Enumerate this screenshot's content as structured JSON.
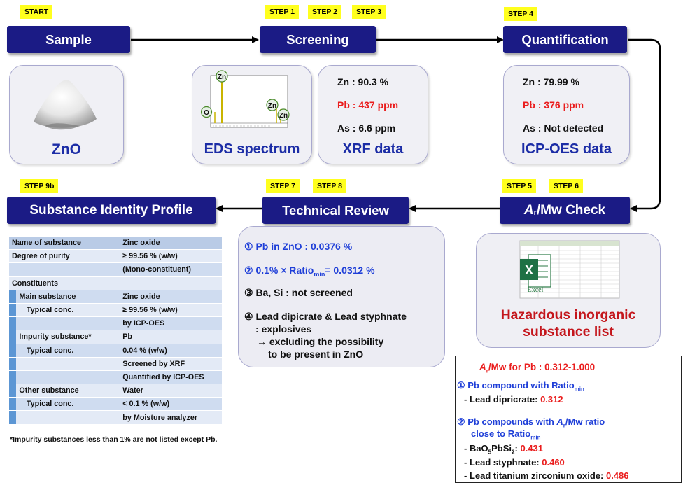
{
  "tags": {
    "start": "START",
    "step1": "STEP 1",
    "step2": "STEP 2",
    "step3": "STEP 3",
    "step4": "STEP 4",
    "step5": "STEP 5",
    "step6": "STEP 6",
    "step7": "STEP 7",
    "step8": "STEP 8",
    "step9b": "STEP 9b"
  },
  "headers": {
    "sample": "Sample",
    "screening": "Screening",
    "quantification": "Quantification",
    "identity_profile": "Substance Identity Profile",
    "technical_review": "Technical Review",
    "ar_check_italic": "A",
    "ar_check_sub": "r",
    "ar_check_rest": "/Mw Check"
  },
  "cards": {
    "zno_caption": "ZnO",
    "eds_caption": "EDS spectrum",
    "eds_peaks": [
      "Zn",
      "O",
      "Zn",
      "Zn"
    ],
    "xrf_caption": "XRF data",
    "xrf_lines": [
      "Zn : 90.3 %",
      "Pb : 437 ppm",
      "As :  6.6 ppm"
    ],
    "icp_caption": "ICP-OES data",
    "icp_lines": [
      "Zn : 79.99 %",
      "Pb : 376 ppm",
      "As : Not detected"
    ],
    "excel_label": "Excel",
    "excel_caption_1": "Hazardous inorganic",
    "excel_caption_2": "substance list"
  },
  "review": {
    "item1": "① Pb in ZnO : 0.0376 %",
    "item2_a": "② 0.1% × Ratio",
    "item2_sub": "min",
    "item2_b": "= 0.0312 %",
    "item3": "③ Ba, Si : not screened",
    "item4_a": "④ Lead dipicrate & Lead styphnate",
    "item4_b": ": explosives",
    "item4_c": "→ excluding the possibility",
    "item4_d": "to be present in ZnO"
  },
  "identity_table": [
    {
      "label": "Name of substance",
      "value": "Zinc oxide",
      "level": 0
    },
    {
      "label": "Degree of purity",
      "value": "≥ 99.56 % (w/w)",
      "level": 0
    },
    {
      "label": "",
      "value": "(Mono-constituent)",
      "level": 0
    },
    {
      "label": "Constituents",
      "value": "",
      "level": 0
    },
    {
      "label": "Main substance",
      "value": "Zinc oxide",
      "level": 1
    },
    {
      "label": "Typical conc.",
      "value": "≥ 99.56 % (w/w)",
      "level": 2
    },
    {
      "label": "",
      "value": "by ICP-OES",
      "level": 2
    },
    {
      "label": "Impurity substance*",
      "value": "Pb",
      "level": 1
    },
    {
      "label": "Typical conc.",
      "value": "0.04 % (w/w)",
      "level": 2
    },
    {
      "label": "",
      "value": "Screened by XRF",
      "level": 2
    },
    {
      "label": "",
      "value": "Quantified by ICP-OES",
      "level": 2
    },
    {
      "label": "Other substance",
      "value": "Water",
      "level": 1
    },
    {
      "label": "Typical conc.",
      "value": "< 0.1 % (w/w)",
      "level": 2
    },
    {
      "label": "",
      "value": "by Moisture analyzer",
      "level": 2
    }
  ],
  "footnote": "*Impurity substances less than 1% are not listed except Pb.",
  "legend": {
    "title_a": "A",
    "title_sub": "r",
    "title_b": "/Mw for Pb : 0.312-1.000",
    "g1_a": "① Pb compound with Ratio",
    "g1_sub": "min",
    "g1_item_label": "- Lead dipricrate: ",
    "g1_item_value": "0.312",
    "g2_a": "② Pb compounds with ",
    "g2_italic": "A",
    "g2_sub": "r",
    "g2_b": "/Mw ratio",
    "g2_line2_a": "close to Ratio",
    "g2_line2_sub": "min",
    "items": [
      {
        "label_html": "- BaO",
        "s1": "5",
        "mid": "PbSi",
        "s2": "2",
        "tail": ": ",
        "value": "0.431"
      },
      {
        "label": "- Lead styphnate: ",
        "value": "0.460"
      },
      {
        "label": "- Lead titanium zirconium oxide: ",
        "value": "0.486"
      }
    ]
  },
  "colors": {
    "header_bg": "#1b1b85",
    "tag_bg": "#ffff1e",
    "caption_blue": "#1c2da6",
    "highlight_red": "#ea1d1d",
    "excel_caption_red": "#c4161c",
    "ratio_blue": "#1f3fd8"
  }
}
